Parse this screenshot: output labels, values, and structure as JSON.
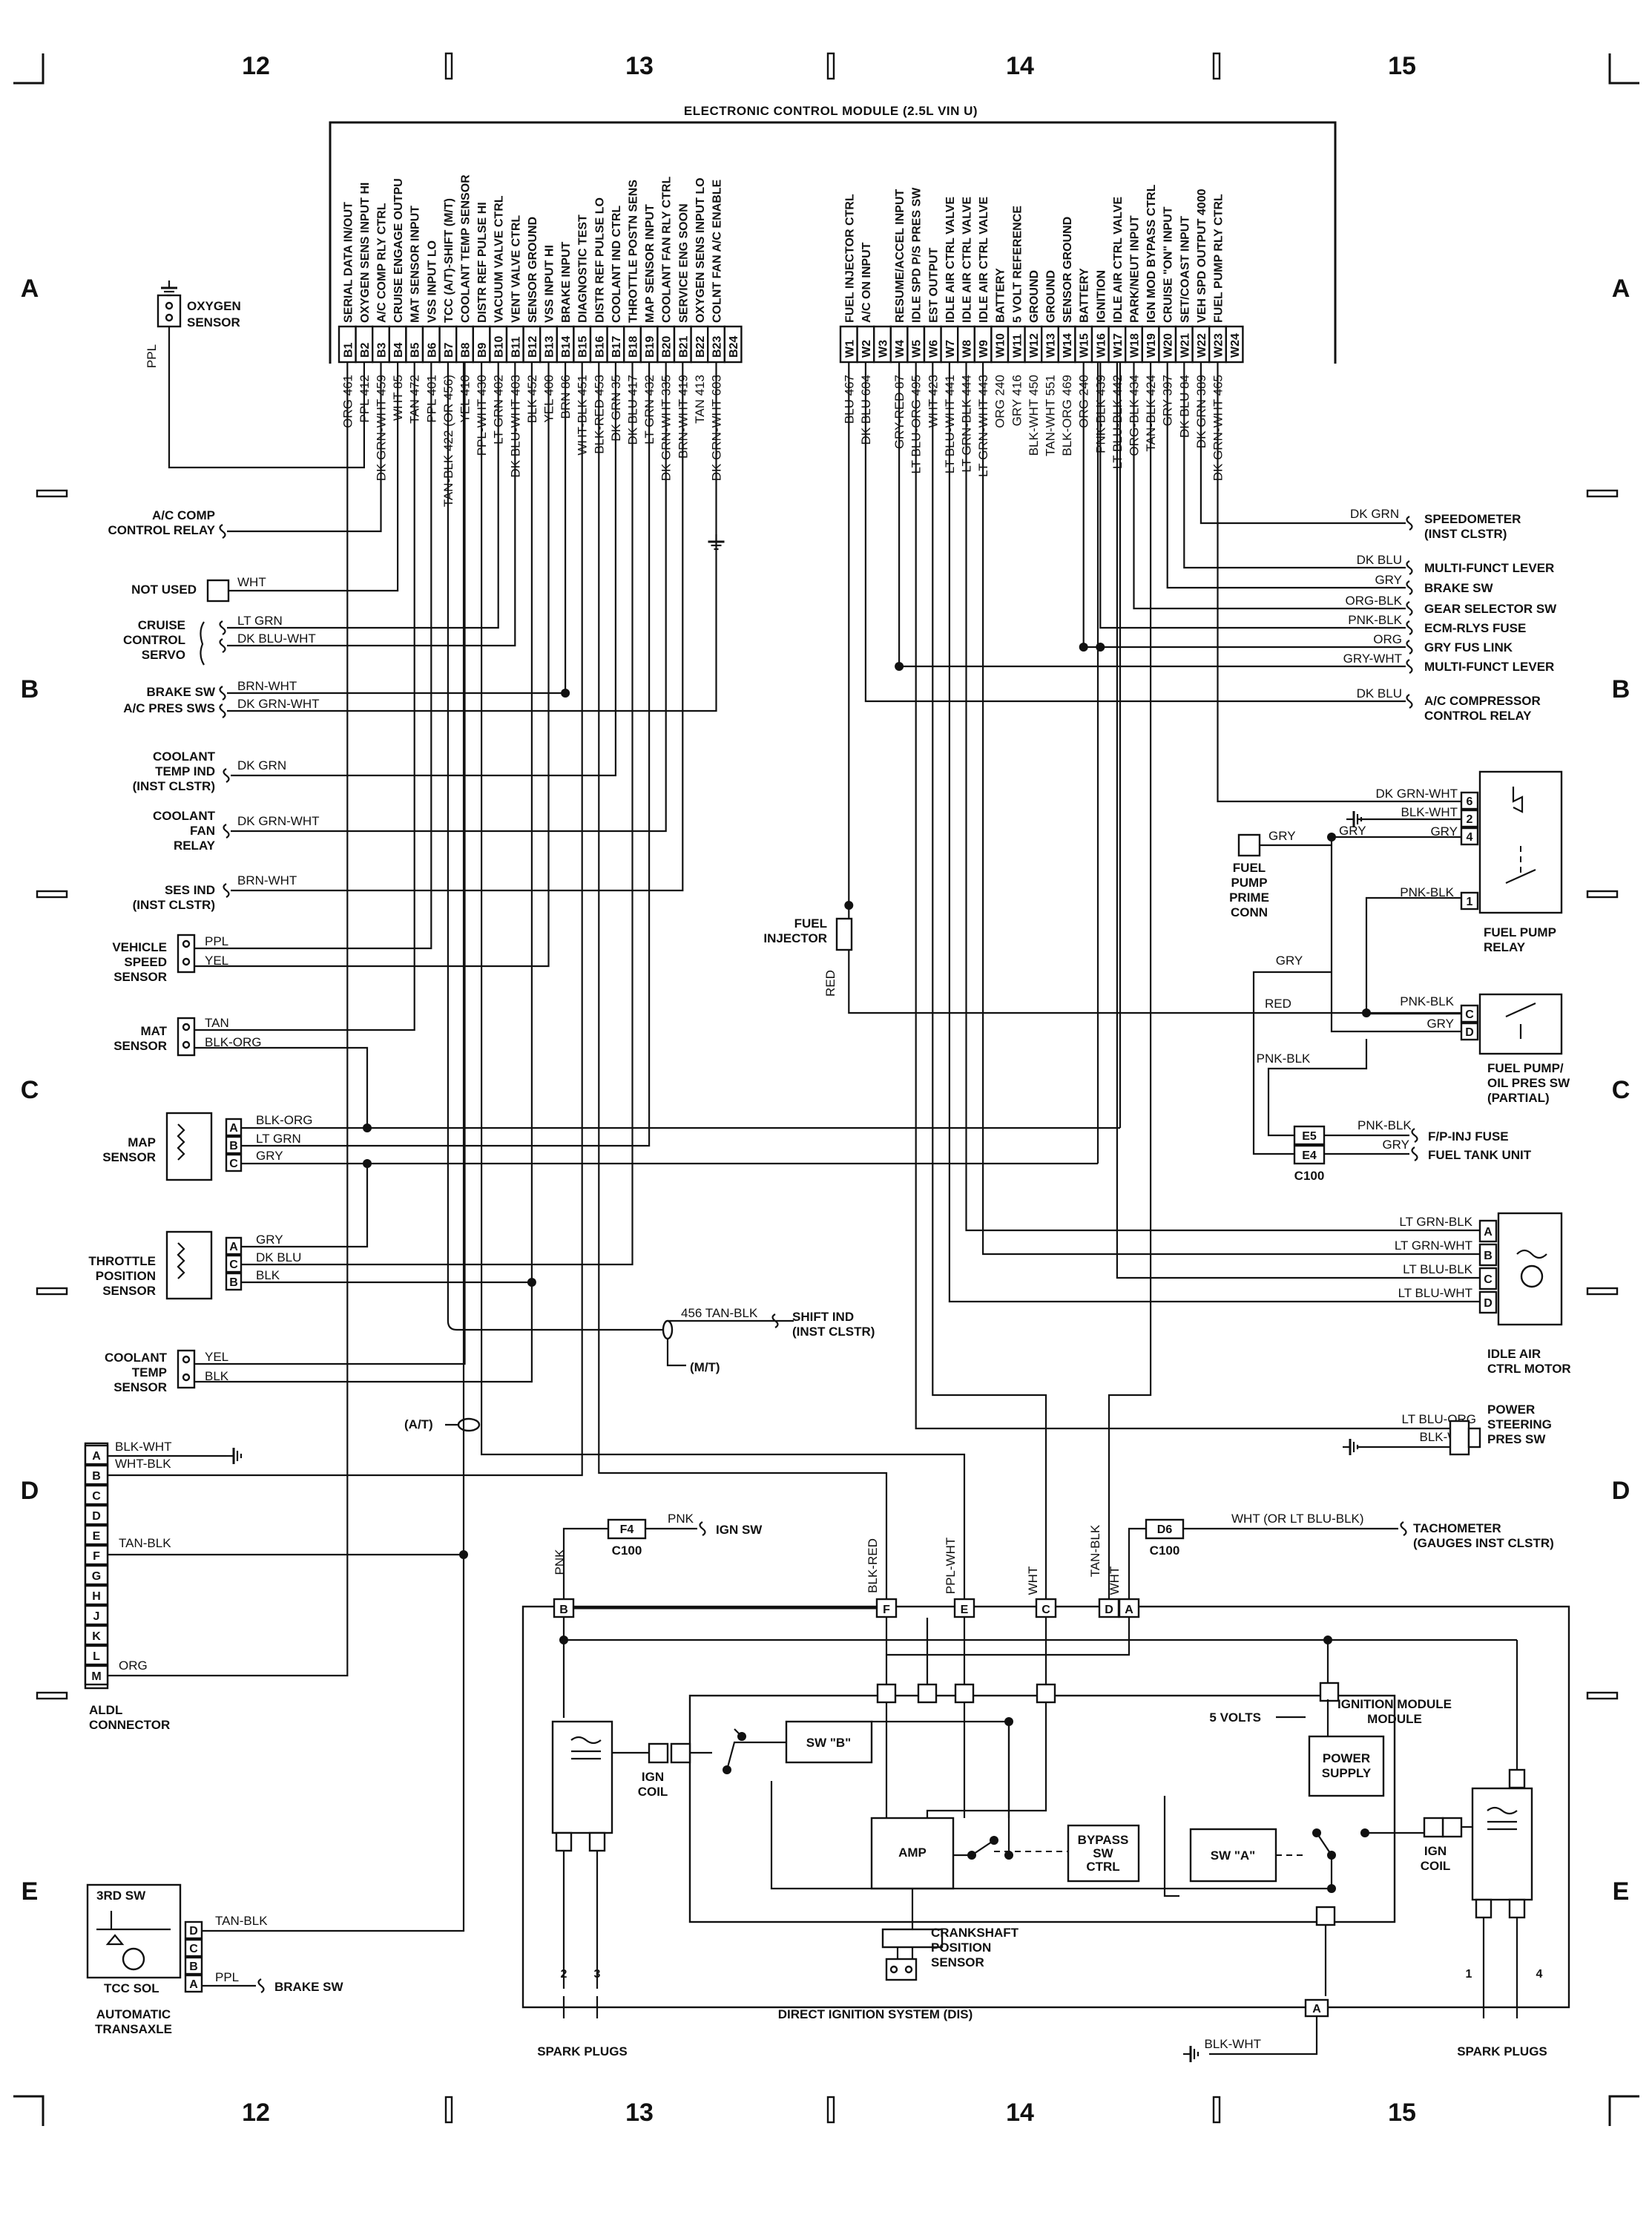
{
  "columns": [
    "12",
    "13",
    "14",
    "15"
  ],
  "rows": [
    "A",
    "B",
    "C",
    "D",
    "E"
  ],
  "ecm": {
    "title": "ELECTRONIC CONTROL MODULE (2.5L VIN U)",
    "b_pins": [
      {
        "pin": "B1",
        "func": "SERIAL DATA IN/OUT",
        "wire": "ORG 461"
      },
      {
        "pin": "B2",
        "func": "OXYGEN SENS INPUT HI",
        "wire": "PPL 412"
      },
      {
        "pin": "B3",
        "func": "A/C COMP RLY CTRL",
        "wire": "DK GRN-WHT 459"
      },
      {
        "pin": "B4",
        "func": "CRUISE ENGAGE OUTPU",
        "wire": "WHT 85"
      },
      {
        "pin": "B5",
        "func": "MAT SENSOR INPUT",
        "wire": "TAN 472"
      },
      {
        "pin": "B6",
        "func": "VSS INPUT LO",
        "wire": "PPL 401"
      },
      {
        "pin": "B7",
        "func": "TCC (A/T)-SHIFT (M/T)",
        "wire": "TAN-BLK 422 (OR 456)"
      },
      {
        "pin": "B8",
        "func": "COOLANT TEMP SENSOR",
        "wire": "YEL 410"
      },
      {
        "pin": "B9",
        "func": "DISTR REF PULSE HI",
        "wire": "PPL-WHT 430"
      },
      {
        "pin": "B10",
        "func": "VACUUM VALVE CTRL",
        "wire": "LT GRN 402"
      },
      {
        "pin": "B11",
        "func": "VENT VALVE CTRL",
        "wire": "DK BLU-WHT 403"
      },
      {
        "pin": "B12",
        "func": "SENSOR GROUND",
        "wire": "BLK 452"
      },
      {
        "pin": "B13",
        "func": "VSS INPUT HI",
        "wire": "YEL 400"
      },
      {
        "pin": "B14",
        "func": "BRAKE INPUT",
        "wire": "BRN 86"
      },
      {
        "pin": "B15",
        "func": "DIAGNOSTIC TEST",
        "wire": "WHT-BLK 451"
      },
      {
        "pin": "B16",
        "func": "DISTR REF PULSE LO",
        "wire": "BLK-RED 453"
      },
      {
        "pin": "B17",
        "func": "COOLANT IND CTRL",
        "wire": "DK GRN 35"
      },
      {
        "pin": "B18",
        "func": "THROTTLE POSTN SENS",
        "wire": "DK BLU 417"
      },
      {
        "pin": "B19",
        "func": "MAP SENSOR INPUT",
        "wire": "LT GRN 432"
      },
      {
        "pin": "B20",
        "func": "COOLANT FAN RLY CTRL",
        "wire": "DK GRN-WHT 335"
      },
      {
        "pin": "B21",
        "func": "SERVICE ENG SOON",
        "wire": "BRN-WHT 419"
      },
      {
        "pin": "B22",
        "func": "OXYGEN SENS INPUT LO",
        "wire": "TAN 413"
      },
      {
        "pin": "B23",
        "func": "COLNT FAN A/C ENABLE",
        "wire": "DK GRN-WHT 603"
      },
      {
        "pin": "B24",
        "func": "",
        "wire": ""
      }
    ],
    "w_pins": [
      {
        "pin": "W1",
        "func": "FUEL INJECTOR CTRL",
        "wire": "BLU 467"
      },
      {
        "pin": "W2",
        "func": "A/C ON INPUT",
        "wire": "DK BLU 604"
      },
      {
        "pin": "W3",
        "func": "",
        "wire": ""
      },
      {
        "pin": "W4",
        "func": "RESUME/ACCEL INPUT",
        "wire": "GRY-RED 87"
      },
      {
        "pin": "W5",
        "func": "IDLE SPD P/S PRES SW",
        "wire": "LT BLU-ORG 495"
      },
      {
        "pin": "W6",
        "func": "EST OUTPUT",
        "wire": "WHT 423"
      },
      {
        "pin": "W7",
        "func": "IDLE AIR CTRL VALVE",
        "wire": "LT BLU-WHT 441"
      },
      {
        "pin": "W8",
        "func": "IDLE AIR CTRL VALVE",
        "wire": "LT GRN-BLK 444"
      },
      {
        "pin": "W9",
        "func": "IDLE AIR CTRL VALVE",
        "wire": "LT GRN-WHT 443"
      },
      {
        "pin": "W10",
        "func": "BATTERY",
        "wire": "ORG 240"
      },
      {
        "pin": "W11",
        "func": "5 VOLT REFERENCE",
        "wire": "GRY 416"
      },
      {
        "pin": "W12",
        "func": "GROUND",
        "wire": "BLK-WHT 450"
      },
      {
        "pin": "W13",
        "func": "GROUND",
        "wire": "TAN-WHT 551"
      },
      {
        "pin": "W14",
        "func": "SENSOR GROUND",
        "wire": "BLK-ORG 469"
      },
      {
        "pin": "W15",
        "func": "BATTERY",
        "wire": "ORG 240"
      },
      {
        "pin": "W16",
        "func": "IGNITION",
        "wire": "PNK-BLK 439"
      },
      {
        "pin": "W17",
        "func": "IDLE AIR CTRL VALVE",
        "wire": "LT BLU-BLK 442"
      },
      {
        "pin": "W18",
        "func": "PARK/NEUT INPUT",
        "wire": "ORG-BLK 434"
      },
      {
        "pin": "W19",
        "func": "IGN MOD BYPASS CTRL",
        "wire": "TAN-BLK 424"
      },
      {
        "pin": "W20",
        "func": "CRUISE \"ON\" INPUT",
        "wire": "GRY 397"
      },
      {
        "pin": "W21",
        "func": "SET/COAST INPUT",
        "wire": "DK BLU 84"
      },
      {
        "pin": "W22",
        "func": "VEH SPD OUTPUT 4000",
        "wire": "DK GRN 389"
      },
      {
        "pin": "W23",
        "func": "FUEL PUMP RLY CTRL",
        "wire": "DK GRN-WHT 465"
      },
      {
        "pin": "W24",
        "func": "",
        "wire": ""
      }
    ]
  },
  "left": {
    "oxygen_sensor": "OXYGEN SENSOR",
    "oxy_wire": "PPL",
    "ac_comp_relay": "A/C COMP CONTROL RELAY",
    "not_used": "NOT USED",
    "not_used_wire": "WHT",
    "cruise_servo": "CRUISE CONTROL SERVO",
    "cruise_w1": "LT GRN",
    "cruise_w2": "DK BLU-WHT",
    "brake_sw": "BRAKE SW",
    "brake_w": "BRN-WHT",
    "ac_pres": "A/C PRES SWS",
    "ac_pres_w": "DK GRN-WHT",
    "coolant_temp_ind": "COOLANT TEMP IND (INST CLSTR)",
    "coolant_temp_ind_w": "DK GRN",
    "coolant_fan_relay": "COOLANT FAN RELAY",
    "coolant_fan_w": "DK GRN-WHT",
    "ses_ind": "SES IND (INST CLSTR)",
    "ses_w": "BRN-WHT",
    "vss": "VEHICLE SPEED SENSOR",
    "vss_w1": "PPL",
    "vss_w2": "YEL",
    "mat": "MAT SENSOR",
    "mat_w1": "TAN",
    "mat_w2": "BLK-ORG",
    "map": "MAP SENSOR",
    "map_w1": "BLK-ORG",
    "map_w2": "LT GRN",
    "map_w3": "GRY",
    "tps": "THROTTLE POSITION SENSOR",
    "tps_w1": "GRY",
    "tps_w2": "DK BLU",
    "tps_w3": "BLK",
    "cts": "COOLANT TEMP SENSOR",
    "cts_w1": "YEL",
    "cts_w2": "BLK",
    "aldl": "ALDL CONNECTOR",
    "aldl_w1": "BLK-WHT",
    "aldl_w2": "WHT-BLK",
    "aldl_w3": "TAN-BLK",
    "aldl_w4": "ORG",
    "trans_sw": "3RD SW",
    "tcc": "TCC SOL",
    "transaxle": "AUTOMATIC TRANSAXLE",
    "trans_w1": "TAN-BLK",
    "trans_w2": "PPL",
    "trans_brake": "BRAKE SW"
  },
  "right": {
    "speedo": "SPEEDOMETER (INST CLSTR)",
    "speedo_w": "DK GRN",
    "multi1": "MULTI-FUNCT LEVER",
    "multi1_w": "DK BLU",
    "brake_sw": "BRAKE SW",
    "brake_w": "GRY",
    "gear_sel": "GEAR SELECTOR SW",
    "gear_w": "ORG-BLK",
    "ecm_rlys": "ECM-RLYS FUSE",
    "ecm_w": "PNK-BLK",
    "gry_fus": "GRY FUS LINK",
    "gry_fus_w": "ORG",
    "multi2": "MULTI-FUNCT LEVER",
    "multi2_w": "GRY-WHT",
    "ac_comp": "A/C COMPRESSOR CONTROL RELAY",
    "ac_comp_w": "DK BLU",
    "fpr": "FUEL PUMP RELAY",
    "fpr_w1": "DK GRN-WHT",
    "fpr_w2": "BLK-WHT",
    "fpr_w3": "GRY",
    "fpr_w4": "PNK-BLK",
    "fprime": "FUEL PUMP PRIME CONN",
    "fprime_w": "GRY",
    "injector": "FUEL INJECTOR",
    "inj_w": "RED",
    "fpop": "FUEL PUMP/ OIL PRES SW (PARTIAL)",
    "fpop_w1": "PNK-BLK",
    "fpop_w2": "GRY",
    "red": "RED",
    "gry": "GRY",
    "pnkblk": "PNK-BLK",
    "fp_inj": "F/P-INJ FUSE",
    "fp_inj_w": "PNK-BLK",
    "fuel_tank": "FUEL TANK UNIT",
    "fuel_tank_w": "GRY",
    "c100": "C100",
    "iac": "IDLE AIR CTRL MOTOR",
    "iac_w1": "LT GRN-BLK",
    "iac_w2": "LT GRN-WHT",
    "iac_w3": "LT BLU-BLK",
    "iac_w4": "LT BLU-WHT",
    "shift": "456 TAN-BLK",
    "shift_lbl": "SHIFT IND (INST CLSTR)",
    "mt": "(M/T)",
    "at": "(A/T)",
    "ps": "POWER STEERING PRES SW",
    "ps_w1": "LT BLU-ORG",
    "ps_w2": "BLK-WHT"
  },
  "dis": {
    "title": "DIRECT IGNITION SYSTEM (DIS)",
    "ign_sw": "IGN SW",
    "f4": "F4",
    "pnk": "PNK",
    "c100": "C100",
    "d6": "D6",
    "tach": "TACHOMETER (GAUGES INST CLSTR)",
    "tach_w": "WHT (OR LT BLU-BLK)",
    "w_blkred": "BLK-RED",
    "w_pplwht": "PPL-WHT",
    "w_wht": "WHT",
    "w_tanblk": "TAN-BLK",
    "w_wht2": "WHT",
    "ign_coil": "IGN COIL",
    "sw_b": "SW \"B\"",
    "sw_a": "SW \"A\"",
    "amp": "AMP",
    "bypass": "BYPASS SW CTRL",
    "power": "POWER SUPPLY",
    "five": "5 VOLTS",
    "ign_mod": "IGNITION MODULE",
    "crank": "CRANKSHAFT POSITION SENSOR",
    "spark": "SPARK PLUGS",
    "gnd_w": "BLK-WHT"
  }
}
